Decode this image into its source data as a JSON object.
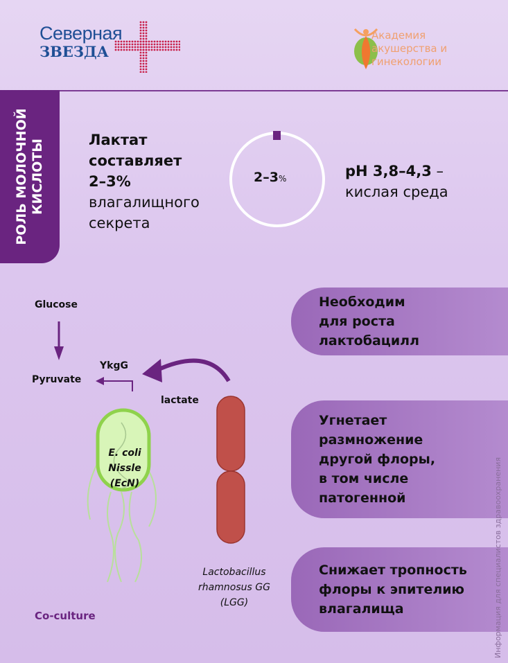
{
  "logos": {
    "left_line1": "Северная",
    "left_line2": "ЗВЕЗДА",
    "right_lines": [
      "Академия",
      "акушерства и",
      "гинекологии"
    ]
  },
  "section_tab": {
    "line1": "РОЛЬ МОЛОЧНОЙ",
    "line2": "КИСЛОТЫ"
  },
  "lactate": {
    "bold_lines": [
      "Лактат",
      "составляет",
      "2–3%"
    ],
    "normal_lines": [
      "влагалищного",
      "секрета"
    ]
  },
  "gauge": {
    "value": "2–3",
    "unit": "%",
    "fraction": 0.025,
    "track_color": "#ffffff",
    "marker_color": "#6a2480"
  },
  "ph": {
    "bold": "pH 3,8–4,3",
    "dash": " –",
    "normal": "кислая среда"
  },
  "diagram": {
    "glucose": "Glucose",
    "pyruvate": "Pyruvate",
    "ykgg": "YkgG",
    "lactate": "lactate",
    "ecoli": [
      "E. coli",
      "Nissle",
      "(EcN)"
    ],
    "lgg": [
      "Lactobacillus",
      "rhamnosus GG",
      "(LGG)"
    ],
    "coculture": "Co-culture"
  },
  "panels": [
    {
      "lines": [
        "Необходим",
        "для роста",
        "лактобацилл"
      ]
    },
    {
      "lines": [
        "Угнетает",
        "размножение",
        "другой флоры,",
        "в том числе",
        "патогенной"
      ]
    },
    {
      "lines": [
        "Снижает тропность",
        "флоры к эпителию",
        "влагалища"
      ]
    }
  ],
  "disclaimer": "Информация для специалистов здравоохранения",
  "colors": {
    "purple": "#6a2480",
    "background": "#dcc6ee",
    "panel": "#a678c4"
  }
}
